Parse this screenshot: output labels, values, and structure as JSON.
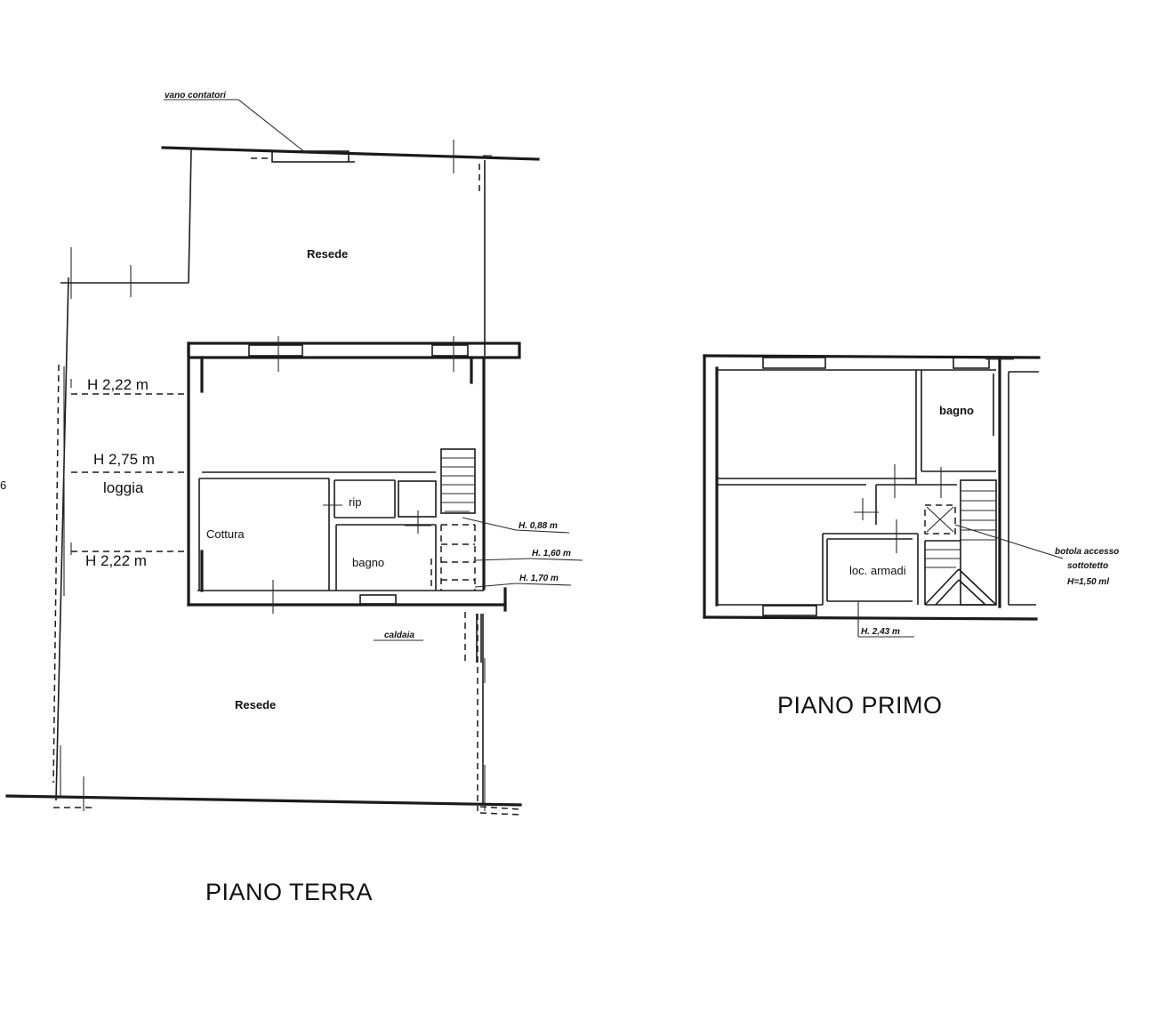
{
  "ground_floor": {
    "title": "PIANO TERRA",
    "meter_niche": "vano contatori",
    "yard_top": "Resede",
    "yard_bottom": "Resede",
    "loggia": "loggia",
    "heights": [
      "H 2,22 m",
      "H 2,75 m",
      "H 2,22 m"
    ],
    "rooms": {
      "kitchen": "Cottura",
      "storage": "rip",
      "bathroom": "bagno"
    },
    "stair_heights": [
      "H. 0,88 m",
      "H. 1,60 m",
      "H. 1,70 m"
    ],
    "boiler": "caldaia",
    "edge_number": "6"
  },
  "first_floor": {
    "title": "PIANO PRIMO",
    "rooms": {
      "bathroom": "bagno",
      "wardrobe": "loc. armadi"
    },
    "hatch_note": [
      "botola accesso",
      "sottotetto",
      "H=1,50 ml"
    ],
    "height": "H. 2,43 m"
  }
}
